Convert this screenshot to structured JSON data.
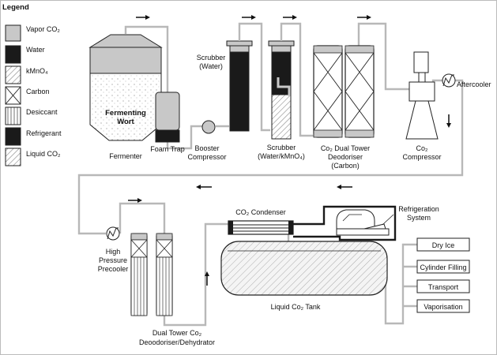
{
  "legend": {
    "title": "Legend",
    "items": [
      {
        "key": "vapor",
        "label": "Vapor CO₂",
        "fill": "vapor"
      },
      {
        "key": "water",
        "label": "Water",
        "fill": "water"
      },
      {
        "key": "kmno4",
        "label": "kMnO₄",
        "fill": "kmno4"
      },
      {
        "key": "carbon",
        "label": "Carbon",
        "fill": "carbon"
      },
      {
        "key": "desiccant",
        "label": "Desiccant",
        "fill": "desiccant"
      },
      {
        "key": "refrigerant",
        "label": "Refrigerant",
        "fill": "refrigerant"
      },
      {
        "key": "liquid",
        "label": "Liquid CO₂",
        "fill": "liquid"
      }
    ]
  },
  "colors": {
    "vapor": "#c8c8c8",
    "water": "#1a1a1a",
    "refrigerant": "#1a1a1a",
    "line": "#222222",
    "background": "#ffffff"
  },
  "fermenter": {
    "inner_line1": "Fermenting",
    "inner_line2": "Wort",
    "label": "Fermenter"
  },
  "foam_trap": {
    "label": "Foam Trap"
  },
  "booster": {
    "line1": "Booster",
    "line2": "Compressor"
  },
  "scrubber_water": {
    "line1": "Scrubber",
    "line2": "(Water)"
  },
  "scrubber_kmno4": {
    "line1": "Scrubber",
    "line2": "(Water/kMnO₄)"
  },
  "dual_tower": {
    "line1": "Co₂ Dual Tower",
    "line2": "Deodoriser",
    "line3": "(Carbon)"
  },
  "co2_compressor": {
    "line1": "Co₂",
    "line2": "Compressor"
  },
  "aftercooler": {
    "label": "Aftercooler"
  },
  "hp_precooler": {
    "line1": "High",
    "line2": "Pressure",
    "line3": "Precooler"
  },
  "dual_tower_dehyd": {
    "line1": "Dual Tower Co₂",
    "line2": "Deoodoriser/Dehydrator"
  },
  "condenser": {
    "label": "CO₂ Condenser"
  },
  "refrigeration": {
    "line1": "Refrigeration",
    "line2": "System"
  },
  "tank": {
    "label": "Liquid Co₂ Tank"
  },
  "outputs": [
    "Dry Ice",
    "Cylinder Filling",
    "Transport",
    "Vaporisation"
  ]
}
